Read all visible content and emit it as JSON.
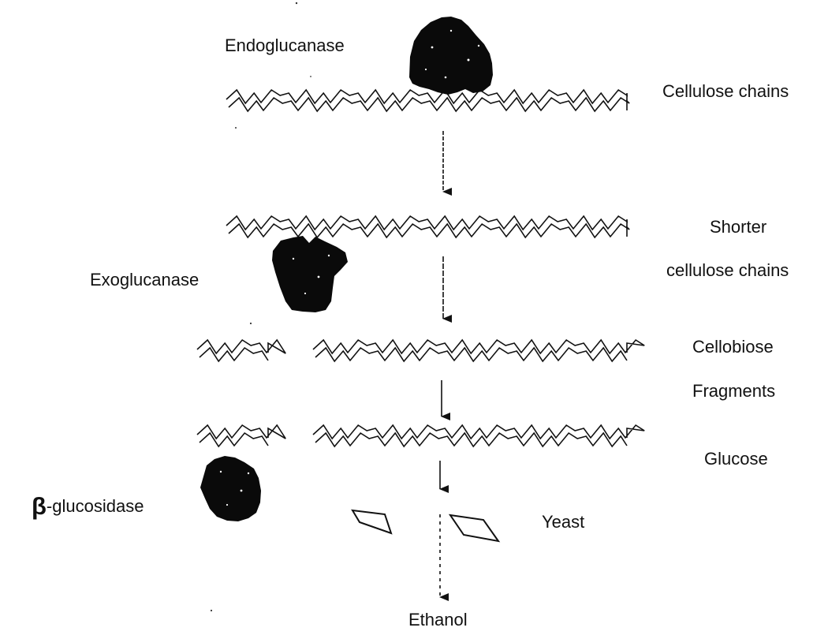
{
  "labels": {
    "endoglucanase": "Endoglucanase",
    "cellulose_chains": "Cellulose chains",
    "shorter_line1": "Shorter",
    "shorter_line2": "cellulose chains",
    "exoglucanase": "Exoglucanase",
    "cellobiose": "Cellobiose",
    "fragments": "Fragments",
    "glucose": "Glucose",
    "beta_symbol": "β",
    "beta_rest": "-glucosidase",
    "yeast": "Yeast",
    "ethanol": "Ethanol"
  },
  "colors": {
    "ink": "#111111",
    "enzyme": "#0a0a0a",
    "background": "#ffffff"
  }
}
